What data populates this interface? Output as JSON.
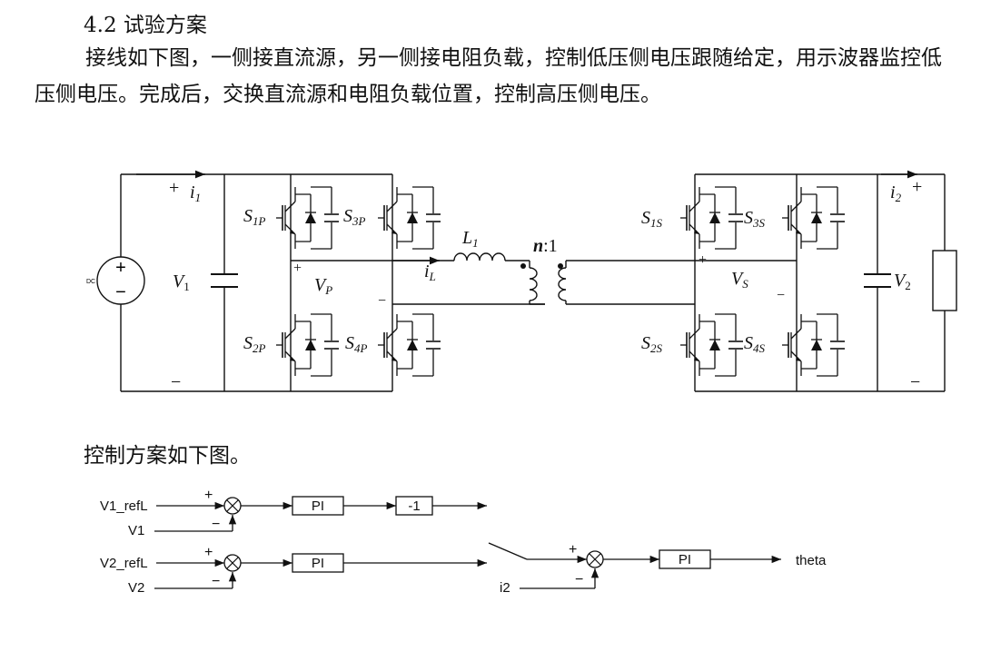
{
  "section": {
    "heading": "4.2 试验方案"
  },
  "body": {
    "paragraph": "接线如下图，一侧接直流源，另一侧接电阻负载，控制低压侧电压跟随给定，用示波器监控低压侧电压。完成后，交换直流源和电阻负载位置，控制高压侧电压。"
  },
  "circuit": {
    "dc_source_label": "DC",
    "plus": "+",
    "minus": "−",
    "i1_main": "i",
    "i1_sub": "1",
    "V1_main": "V",
    "V1_sub": "1",
    "VP_main": "V",
    "VP_sub": "P",
    "iL_main": "i",
    "iL_sub": "L",
    "L1_main": "L",
    "L1_sub": "1",
    "ratio_n": "n",
    "ratio_rest": ":1",
    "VS_main": "V",
    "VS_sub": "S",
    "i2_main": "i",
    "i2_sub": "2",
    "V2_main": "V",
    "V2_sub": "2",
    "switches": {
      "s1p": {
        "main": "S",
        "sub": "1P"
      },
      "s3p": {
        "main": "S",
        "sub": "3P"
      },
      "s2p": {
        "main": "S",
        "sub": "2P"
      },
      "s4p": {
        "main": "S",
        "sub": "4P"
      },
      "s1s": {
        "main": "S",
        "sub": "1S"
      },
      "s3s": {
        "main": "S",
        "sub": "3S"
      },
      "s2s": {
        "main": "S",
        "sub": "2S"
      },
      "s4s": {
        "main": "S",
        "sub": "4S"
      }
    }
  },
  "control": {
    "subtitle": "控制方案如下图。",
    "v1_ref": "V1_refL",
    "v1": "V1",
    "v2_ref": "V2_refL",
    "v2": "V2",
    "i2": "i2",
    "pi": "PI",
    "neg_one": "-1",
    "output": "theta",
    "plus": "+",
    "minus": "−"
  }
}
